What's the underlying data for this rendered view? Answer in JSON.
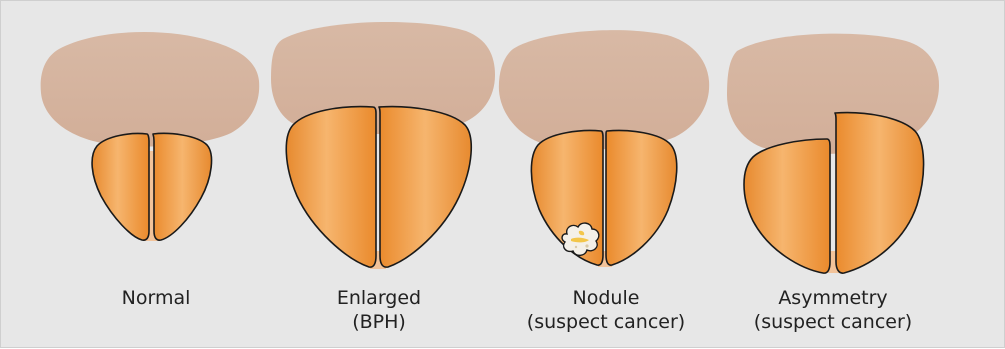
{
  "colors": {
    "background": "#e7e7e7",
    "bladder": "#d6b6a2",
    "lobe_light": "#f6b46a",
    "lobe_mid": "#f0933a",
    "lobe_dark": "#e07f25",
    "urethra": "#f2c39a",
    "nodule_fill": "#f4f0e8",
    "nodule_accent": "#f3c64a",
    "caption_text": "#222222"
  },
  "panels": [
    {
      "id": "normal",
      "line1": "Normal",
      "line2": ""
    },
    {
      "id": "enlarged",
      "line1": "Enlarged",
      "line2": "(BPH)"
    },
    {
      "id": "nodule",
      "line1": "Nodule",
      "line2": "(suspect cancer)"
    },
    {
      "id": "asymmetry",
      "line1": "Asymmetry",
      "line2": "(suspect cancer)"
    }
  ]
}
